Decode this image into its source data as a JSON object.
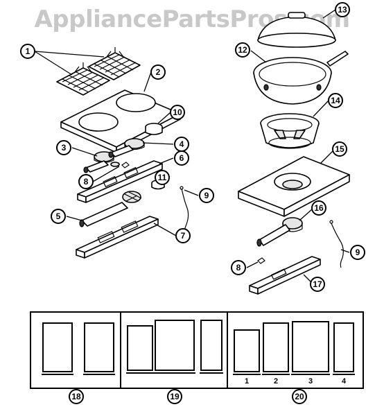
{
  "watermark": "AppliancePartsPros.com",
  "callouts": [
    "1",
    "2",
    "3",
    "4",
    "5",
    "6",
    "7",
    "8",
    "9",
    "10",
    "11",
    "12",
    "13",
    "14",
    "15",
    "16",
    "17",
    "18",
    "19",
    "20"
  ],
  "panel_labels": [
    "1",
    "2",
    "3",
    "4"
  ]
}
